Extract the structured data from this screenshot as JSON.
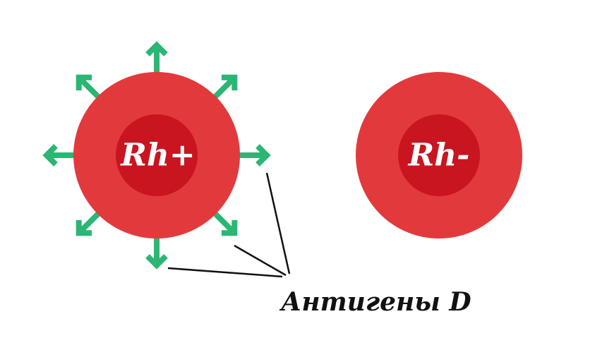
{
  "cells": {
    "positive": {
      "label": "Rh+"
    },
    "negative": {
      "label": "Rh-"
    }
  },
  "caption": "Антигены D",
  "colors": {
    "cell_outer": "#e23a3c",
    "cell_inner": "#c81520",
    "antigen": "#2bb673",
    "text_light": "#ffffff",
    "text_dark": "#111111"
  }
}
